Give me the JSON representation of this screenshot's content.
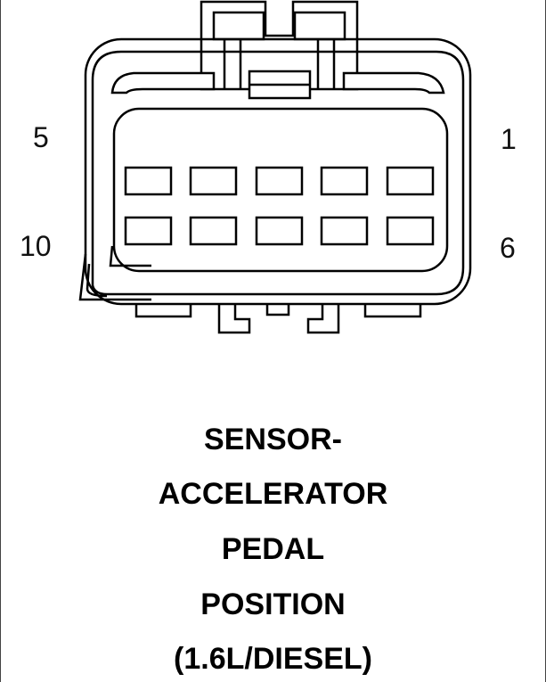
{
  "pin_labels": {
    "top_left": "5",
    "top_right": "1",
    "bottom_left": "10",
    "bottom_right": "6"
  },
  "caption_lines": [
    "SENSOR-",
    "ACCELERATOR",
    "PEDAL",
    "POSITION",
    "(1.6L/DIESEL)"
  ]
}
